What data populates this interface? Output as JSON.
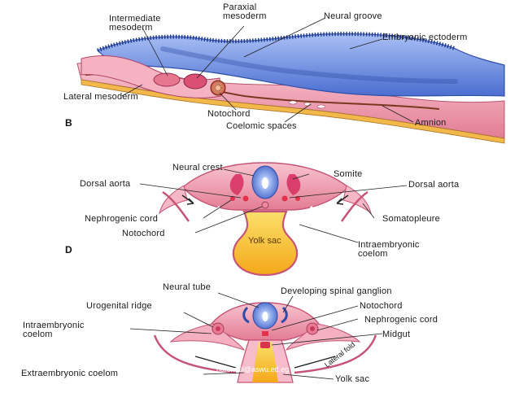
{
  "panels": {
    "b": "B",
    "d": "D"
  },
  "diagram_b": {
    "intermediate_mesoderm": "Intermediate\nmesoderm",
    "paraxial_mesoderm": "Paraxial\nmesoderm",
    "neural_groove": "Neural groove",
    "embryonic_ectoderm": "Embryonic ectoderm",
    "lateral_mesoderm": "Lateral mesoderm",
    "notochord": "Notochord",
    "coelomic_spaces": "Coelomic spaces",
    "amnion": "Amnion"
  },
  "diagram_d": {
    "neural_crest": "Neural crest",
    "somite": "Somite",
    "dorsal_aorta_left": "Dorsal aorta",
    "dorsal_aorta_right": "Dorsal aorta",
    "nephrogenic_cord": "Nephrogenic cord",
    "somatopleure": "Somatopleure",
    "notochord": "Notochord",
    "yolk_sac": "Yolk sac",
    "intraembryonic_coelom": "Intraembryonic\ncoelom"
  },
  "diagram_e": {
    "neural_tube": "Neural tube",
    "developing_spinal_ganglion": "Developing spinal ganglion",
    "urogenital_ridge": "Urogenital ridge",
    "notochord": "Notochord",
    "intraembryonic_coelom": "Intraembryonic\ncoelom",
    "nephrogenic_cord": "Nephrogenic cord",
    "midgut": "Midgut",
    "lateral_fold": "Lateral fold",
    "extraembryonic_coelom": "Extraembryonic coelom",
    "yolk_sac": "Yolk sac"
  },
  "watermark": "hatemali@aswu.ed.eg",
  "colors": {
    "ectoderm_blue": "#6f8fe0",
    "mesoderm_pink": "#f2a8b8",
    "deep_pink": "#d9486a",
    "yolk_yellow": "#f7c232",
    "leader_line": "#222222"
  }
}
